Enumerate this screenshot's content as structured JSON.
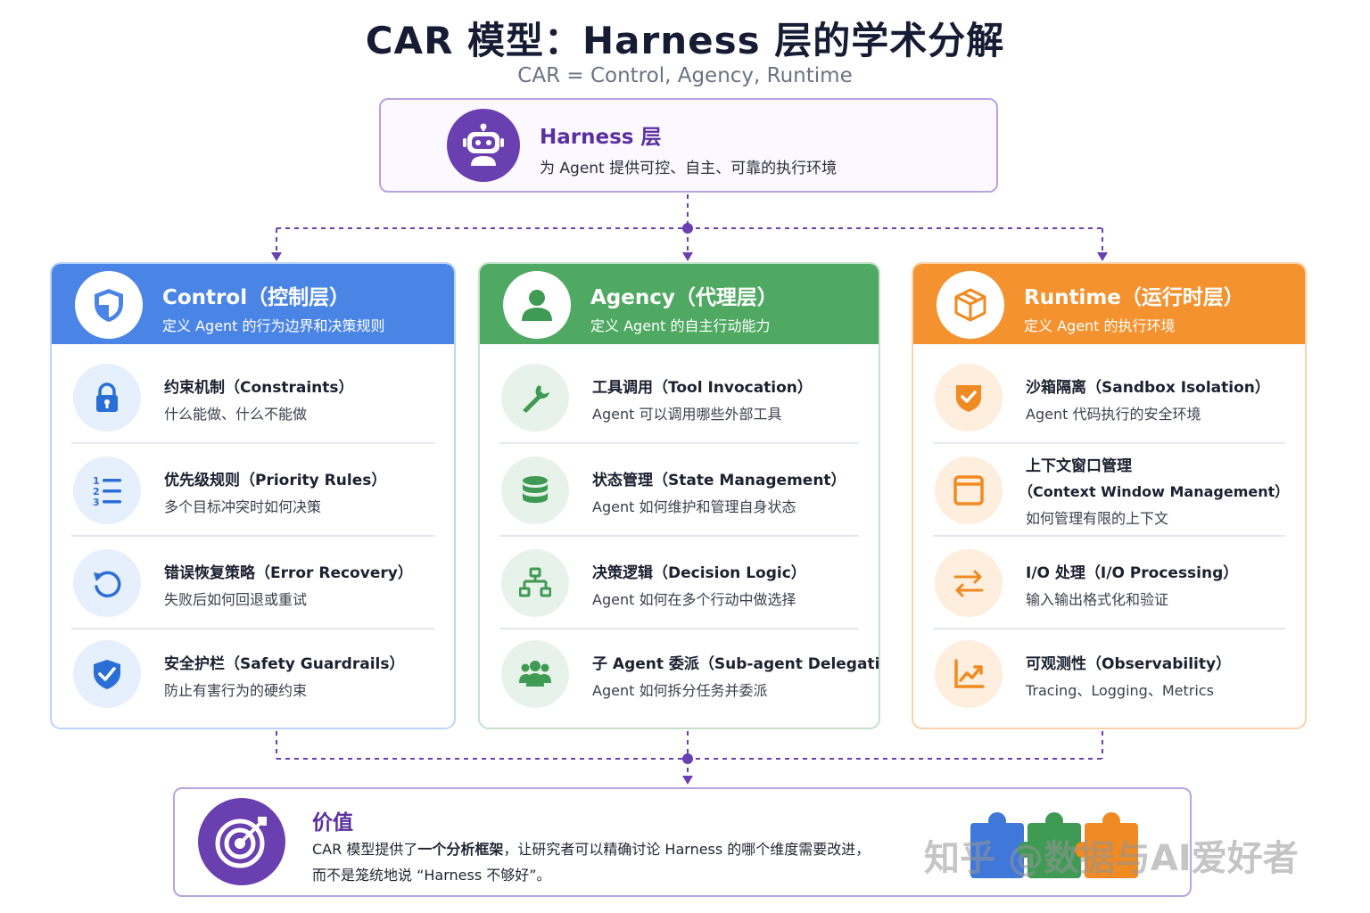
{
  "title": "CAR 模型：Harness 层的学术分解",
  "subtitle": "CAR = Control, Agency, Runtime",
  "harness": {
    "name": "Harness 层",
    "description": "为 Agent 提供可控、自主、可靠的执行环境",
    "icon": "robot-icon"
  },
  "colors": {
    "control": "#4a85e6",
    "agency": "#4fa963",
    "runtime": "#f3922e",
    "harness": "#6a3fb0"
  },
  "columns": [
    {
      "title": "Control（控制层）",
      "subtitle": "定义 Agent 的行为边界和决策规则",
      "icon": "shield-icon",
      "items": [
        {
          "title": "约束机制（Constraints）",
          "desc": "什么能做、什么不能做",
          "icon": "lock-icon"
        },
        {
          "title": "优先级规则（Priority Rules）",
          "desc": "多个目标冲突时如何决策",
          "icon": "numbered-list-icon"
        },
        {
          "title": "错误恢复策略（Error Recovery）",
          "desc": "失败后如何回退或重试",
          "icon": "undo-icon"
        },
        {
          "title": "安全护栏（Safety Guardrails）",
          "desc": "防止有害行为的硬约束",
          "icon": "shield-check-icon"
        }
      ]
    },
    {
      "title": "Agency（代理层）",
      "subtitle": "定义 Agent 的自主行动能力",
      "icon": "user-icon",
      "items": [
        {
          "title": "工具调用（Tool Invocation）",
          "desc": "Agent 可以调用哪些外部工具",
          "icon": "wrench-icon"
        },
        {
          "title": "状态管理（State Management）",
          "desc": "Agent 如何维护和管理自身状态",
          "icon": "database-icon"
        },
        {
          "title": "决策逻辑（Decision Logic）",
          "desc": "Agent 如何在多个行动中做选择",
          "icon": "hierarchy-icon"
        },
        {
          "title": "子 Agent 委派（Sub-agent Delegation）",
          "desc": "Agent 如何拆分任务并委派",
          "icon": "group-icon"
        }
      ]
    },
    {
      "title": "Runtime（运行时层）",
      "subtitle": "定义 Agent 的执行环境",
      "icon": "cube-icon",
      "items": [
        {
          "title": "沙箱隔离（Sandbox Isolation）",
          "desc": "Agent 代码执行的安全环境",
          "icon": "shield-check-icon"
        },
        {
          "title": "上下文窗口管理",
          "title2": "（Context Window Management）",
          "desc": "如何管理有限的上下文",
          "icon": "window-icon"
        },
        {
          "title": "I/O 处理（I/O Processing）",
          "desc": "输入输出格式化和验证",
          "icon": "arrows-icon"
        },
        {
          "title": "可观测性（Observability）",
          "desc": "Tracing、Logging、Metrics",
          "icon": "chart-icon"
        }
      ]
    }
  ],
  "value": {
    "title": "价值",
    "line1_pre": "CAR 模型提供了",
    "line1_bold": "一个分析框架",
    "line1_post": "，让研究者可以精确讨论 Harness 的哪个维度需要改进，",
    "line2": "而不是笼统地说 “Harness 不够好”。",
    "icon": "target-icon",
    "decoration": "puzzle-icon"
  },
  "watermark": "知乎 @数据与AI爱好者"
}
